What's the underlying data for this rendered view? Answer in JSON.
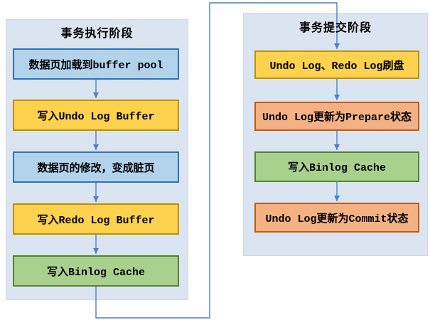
{
  "diagram": {
    "type": "flowchart",
    "subject": "MySQL transaction redo/undo/binlog flow",
    "colors": {
      "panel_bg": "#dbe5f1",
      "blue_box_fill": "#b3d2ec",
      "blue_box_border": "#2e75b6",
      "yellow_box_fill": "#fcd24e",
      "yellow_box_border": "#bf9000",
      "green_box_fill": "#a9d18e",
      "green_box_border": "#538135",
      "orange_box_fill": "#f4b183",
      "orange_box_border": "#c55a11",
      "arrow": "#4f7fc4",
      "text": "#000000"
    },
    "panels": [
      {
        "title": "事务执行阶段",
        "boxes": [
          {
            "label": "数据页加载到buffer pool",
            "type": "blue"
          },
          {
            "label": "写入Undo Log Buffer",
            "type": "yellow"
          },
          {
            "label": "数据页的修改，变成脏页",
            "type": "blue"
          },
          {
            "label": "写入Redo Log Buffer",
            "type": "yellow"
          },
          {
            "label": "写入Binlog Cache",
            "type": "green"
          }
        ]
      },
      {
        "title": "事务提交阶段",
        "boxes": [
          {
            "label": "Undo Log、Redo Log刷盘",
            "type": "yellow"
          },
          {
            "label": "Undo Log更新为Prepare状态",
            "type": "orange"
          },
          {
            "label": "写入Binlog Cache",
            "type": "green"
          },
          {
            "label": "Undo Log更新为Commit状态",
            "type": "orange"
          }
        ]
      }
    ],
    "connections": [
      {
        "from": "写入Binlog Cache (执行阶段)",
        "to": "Undo Log、Redo Log刷盘 (提交阶段)",
        "route": "down-right-up-right-down"
      }
    ]
  }
}
